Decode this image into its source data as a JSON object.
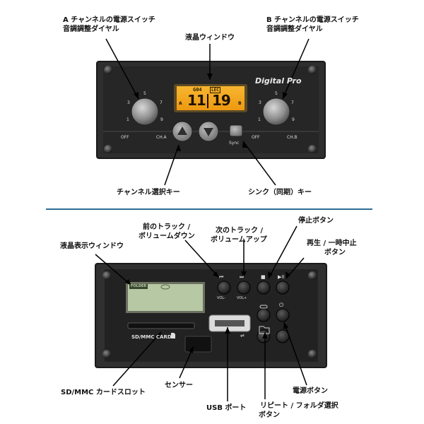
{
  "top_panel": {
    "brand": "Digital Pro",
    "lcd": {
      "channel": "G04",
      "tag": "LEC",
      "left_value": "11",
      "right_value": "19",
      "a_marker": "A",
      "b_marker": "B"
    },
    "dial_scale": [
      "1",
      "3",
      "5",
      "7",
      "9"
    ],
    "off_label_a": "OFF",
    "off_label_b": "OFF",
    "ch_a_label": "CH.A",
    "ch_b_label": "CH.B",
    "sync_label": "Sync"
  },
  "top_callouts": {
    "a_switch_line1": "A チャンネルの電源スイッチ",
    "a_switch_line2": "音調調整ダイヤル",
    "lcd_window": "液晶ウィンドウ",
    "b_switch_line1": "B チャンネルの電源スイッチ",
    "b_switch_line2": "音調調整ダイヤル",
    "channel_select": "チャンネル選択キー",
    "sync_key": "シンク（同期）キー"
  },
  "bottom_panel": {
    "lcd_folder": "FOLDER",
    "sd_label": "SD/MMC CARD",
    "vol_minus": "VOL-",
    "vol_plus": "VOL+",
    "icon_prev": "⏮",
    "icon_next": "⏭",
    "icon_stop": "■",
    "icon_playpause": "▶II",
    "icon_power": "⏻",
    "icon_usb": "⇌"
  },
  "bottom_callouts": {
    "prev_line1": "前のトラック /",
    "prev_line2": "ボリュームダウン",
    "next_line1": "次のトラック /",
    "next_line2": "ボリュームアップ",
    "stop": "停止ボタン",
    "play_line1": "再生 / 一時中止",
    "play_line2": "ボタン",
    "lcd_display": "液晶表示ウィンドウ",
    "sd_slot": "SD/MMC カードスロット",
    "sensor": "センサー",
    "usb_port": "USB ポート",
    "repeat_line1": "リピート / フォルダ選択",
    "repeat_line2": "ボタン",
    "power_button": "電源ボタン"
  },
  "colors": {
    "panel": "#262626",
    "frame": "#333333",
    "lcd_amber": "#f2a21a",
    "lcd_green": "#b7c8a4",
    "separator": "#2f6e96",
    "leader": "#000000"
  }
}
